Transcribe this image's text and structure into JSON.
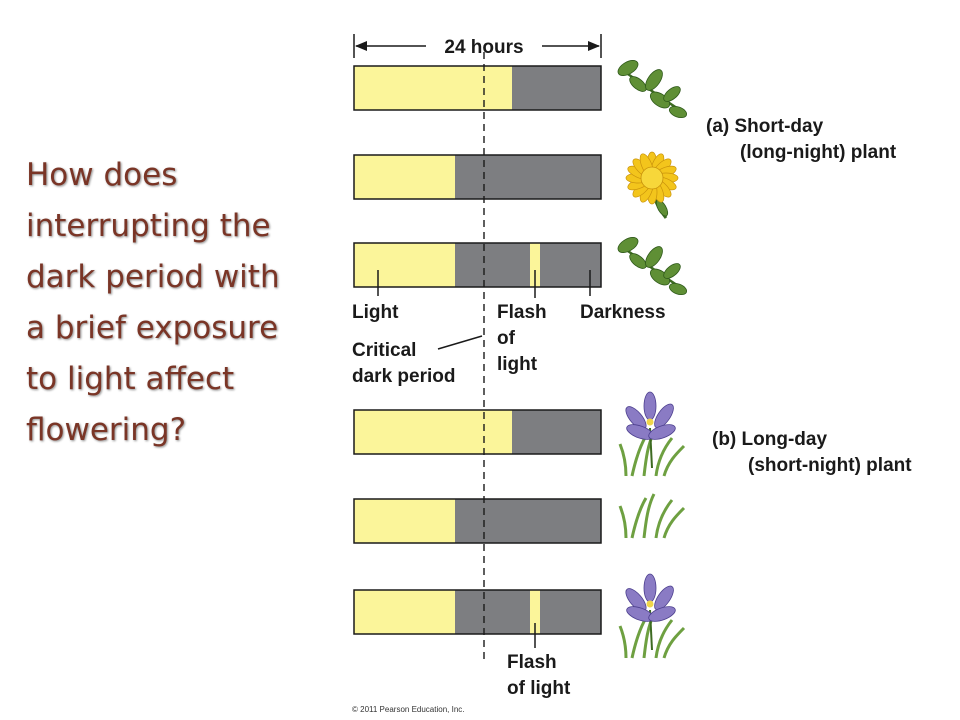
{
  "question": {
    "lines": [
      "How does",
      "interrupting the",
      "dark period with",
      "a brief exposure",
      "to light affect",
      "flowering?"
    ]
  },
  "labels": {
    "period": "24 hours",
    "light": "Light",
    "flash_top": [
      "Flash",
      "of",
      "light"
    ],
    "darkness": "Darkness",
    "critical": [
      "Critical",
      "dark period"
    ],
    "flash_bottom": [
      "Flash",
      "of light"
    ]
  },
  "plants": {
    "a": [
      "(a) Short-day",
      "(long-night) plant"
    ],
    "b": [
      "(b) Long-day",
      "(short-night) plant"
    ]
  },
  "copyright": "© 2011 Pearson Education, Inc.",
  "colors": {
    "light": "#fbf59a",
    "dark": "#7d7e81",
    "question": "#7a3526"
  },
  "bars": [
    {
      "light_fraction": 0.64,
      "flash": false,
      "plant": "leafy-sprig"
    },
    {
      "light_fraction": 0.41,
      "flash": false,
      "plant": "yellow-flower"
    },
    {
      "light_fraction": 0.41,
      "flash": true,
      "plant": "leafy-sprig"
    },
    {
      "light_fraction": 0.64,
      "flash": false,
      "plant": "iris-flower"
    },
    {
      "light_fraction": 0.41,
      "flash": false,
      "plant": "grass-leaves"
    },
    {
      "light_fraction": 0.41,
      "flash": true,
      "plant": "iris-flower"
    }
  ]
}
